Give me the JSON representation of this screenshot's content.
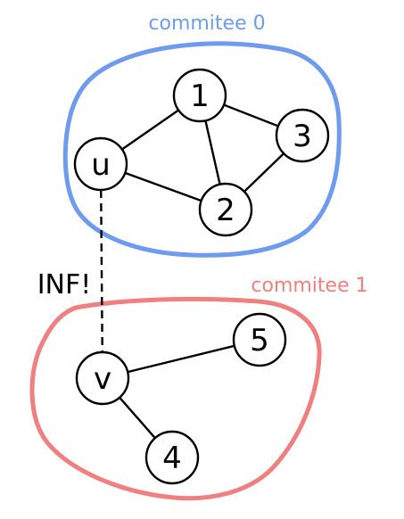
{
  "colors": {
    "committee_0": "#6f9bee",
    "committee_1": "#f07f7f",
    "node_stroke": "#000000",
    "node_fill": "#ffffff"
  },
  "committees": [
    {
      "id": "c0",
      "label": "commitee 0"
    },
    {
      "id": "c1",
      "label": "commitee 1"
    }
  ],
  "nodes": [
    {
      "id": "u",
      "label": "u",
      "committee": "c0"
    },
    {
      "id": "1",
      "label": "1",
      "committee": "c0"
    },
    {
      "id": "2",
      "label": "2",
      "committee": "c0"
    },
    {
      "id": "3",
      "label": "3",
      "committee": "c0"
    },
    {
      "id": "v",
      "label": "v",
      "committee": "c1"
    },
    {
      "id": "4",
      "label": "4",
      "committee": "c1"
    },
    {
      "id": "5",
      "label": "5",
      "committee": "c1"
    }
  ],
  "edges": [
    {
      "from": "u",
      "to": "1",
      "style": "solid"
    },
    {
      "from": "u",
      "to": "2",
      "style": "solid"
    },
    {
      "from": "1",
      "to": "2",
      "style": "solid"
    },
    {
      "from": "1",
      "to": "3",
      "style": "solid"
    },
    {
      "from": "2",
      "to": "3",
      "style": "solid"
    },
    {
      "from": "v",
      "to": "5",
      "style": "solid"
    },
    {
      "from": "v",
      "to": "4",
      "style": "solid"
    },
    {
      "from": "u",
      "to": "v",
      "style": "dashed",
      "label": "INF!"
    }
  ]
}
